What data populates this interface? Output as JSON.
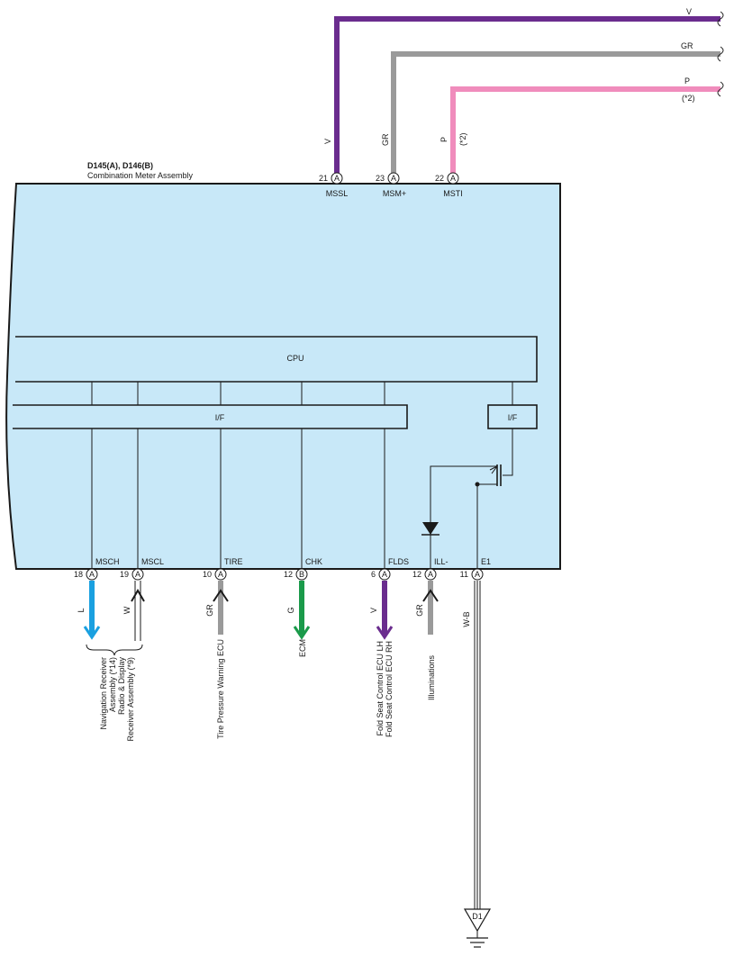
{
  "component": {
    "title": "D145(A), D146(B)",
    "subtitle": "Combination Meter Assembly",
    "fill": "#c8e8f8"
  },
  "blocks": {
    "cpu": "CPU",
    "if_main": "I/F",
    "if_right": "I/F"
  },
  "top_wires": [
    {
      "pin": "21",
      "conn": "A",
      "signal": "MSSL",
      "wire": "V",
      "end_label": "V",
      "note": "",
      "end_note": "",
      "color": "#6a2c8e"
    },
    {
      "pin": "23",
      "conn": "A",
      "signal": "MSM+",
      "wire": "GR",
      "end_label": "GR",
      "note": "",
      "end_note": "",
      "color": "#9a9a9a"
    },
    {
      "pin": "22",
      "conn": "A",
      "signal": "MSTI",
      "wire": "P",
      "end_label": "P",
      "note": "(*2)",
      "end_note": "(*2)",
      "color": "#f08cbc"
    }
  ],
  "bottom_pins": [
    {
      "pin": "18",
      "conn": "A",
      "signal": "MSCH",
      "wire": "L",
      "color": "#1aa0e0",
      "direction": "out"
    },
    {
      "pin": "19",
      "conn": "A",
      "signal": "MSCL",
      "wire": "W",
      "color": "#ffffff",
      "direction": "in"
    },
    {
      "pin": "10",
      "conn": "A",
      "signal": "TIRE",
      "wire": "GR",
      "color": "#9a9a9a",
      "direction": "in"
    },
    {
      "pin": "12",
      "conn": "B",
      "signal": "CHK",
      "wire": "G",
      "color": "#1a9a4a",
      "direction": "out"
    },
    {
      "pin": "6",
      "conn": "A",
      "signal": "FLDS",
      "wire": "V",
      "color": "#6a2c8e",
      "direction": "out"
    },
    {
      "pin": "12",
      "conn": "A",
      "signal": "ILL-",
      "wire": "GR",
      "color": "#9a9a9a",
      "direction": "in"
    },
    {
      "pin": "11",
      "conn": "A",
      "signal": "E1",
      "wire": "W-B",
      "color": "#ffffff",
      "direction": "ground"
    }
  ],
  "destinations": {
    "nav_lines": [
      "Navigation Receiver",
      "Assembly (*14)",
      "Radio & Display",
      "Receiver Assembly (*9)"
    ],
    "tire": "Tire Pressure Warning ECU",
    "ecm": "ECM",
    "fold_lines": [
      "Fold Seat Control ECU LH",
      "Fold Seat Control ECU RH"
    ],
    "illum": "Illuminations"
  },
  "ground": {
    "label": "D1"
  }
}
